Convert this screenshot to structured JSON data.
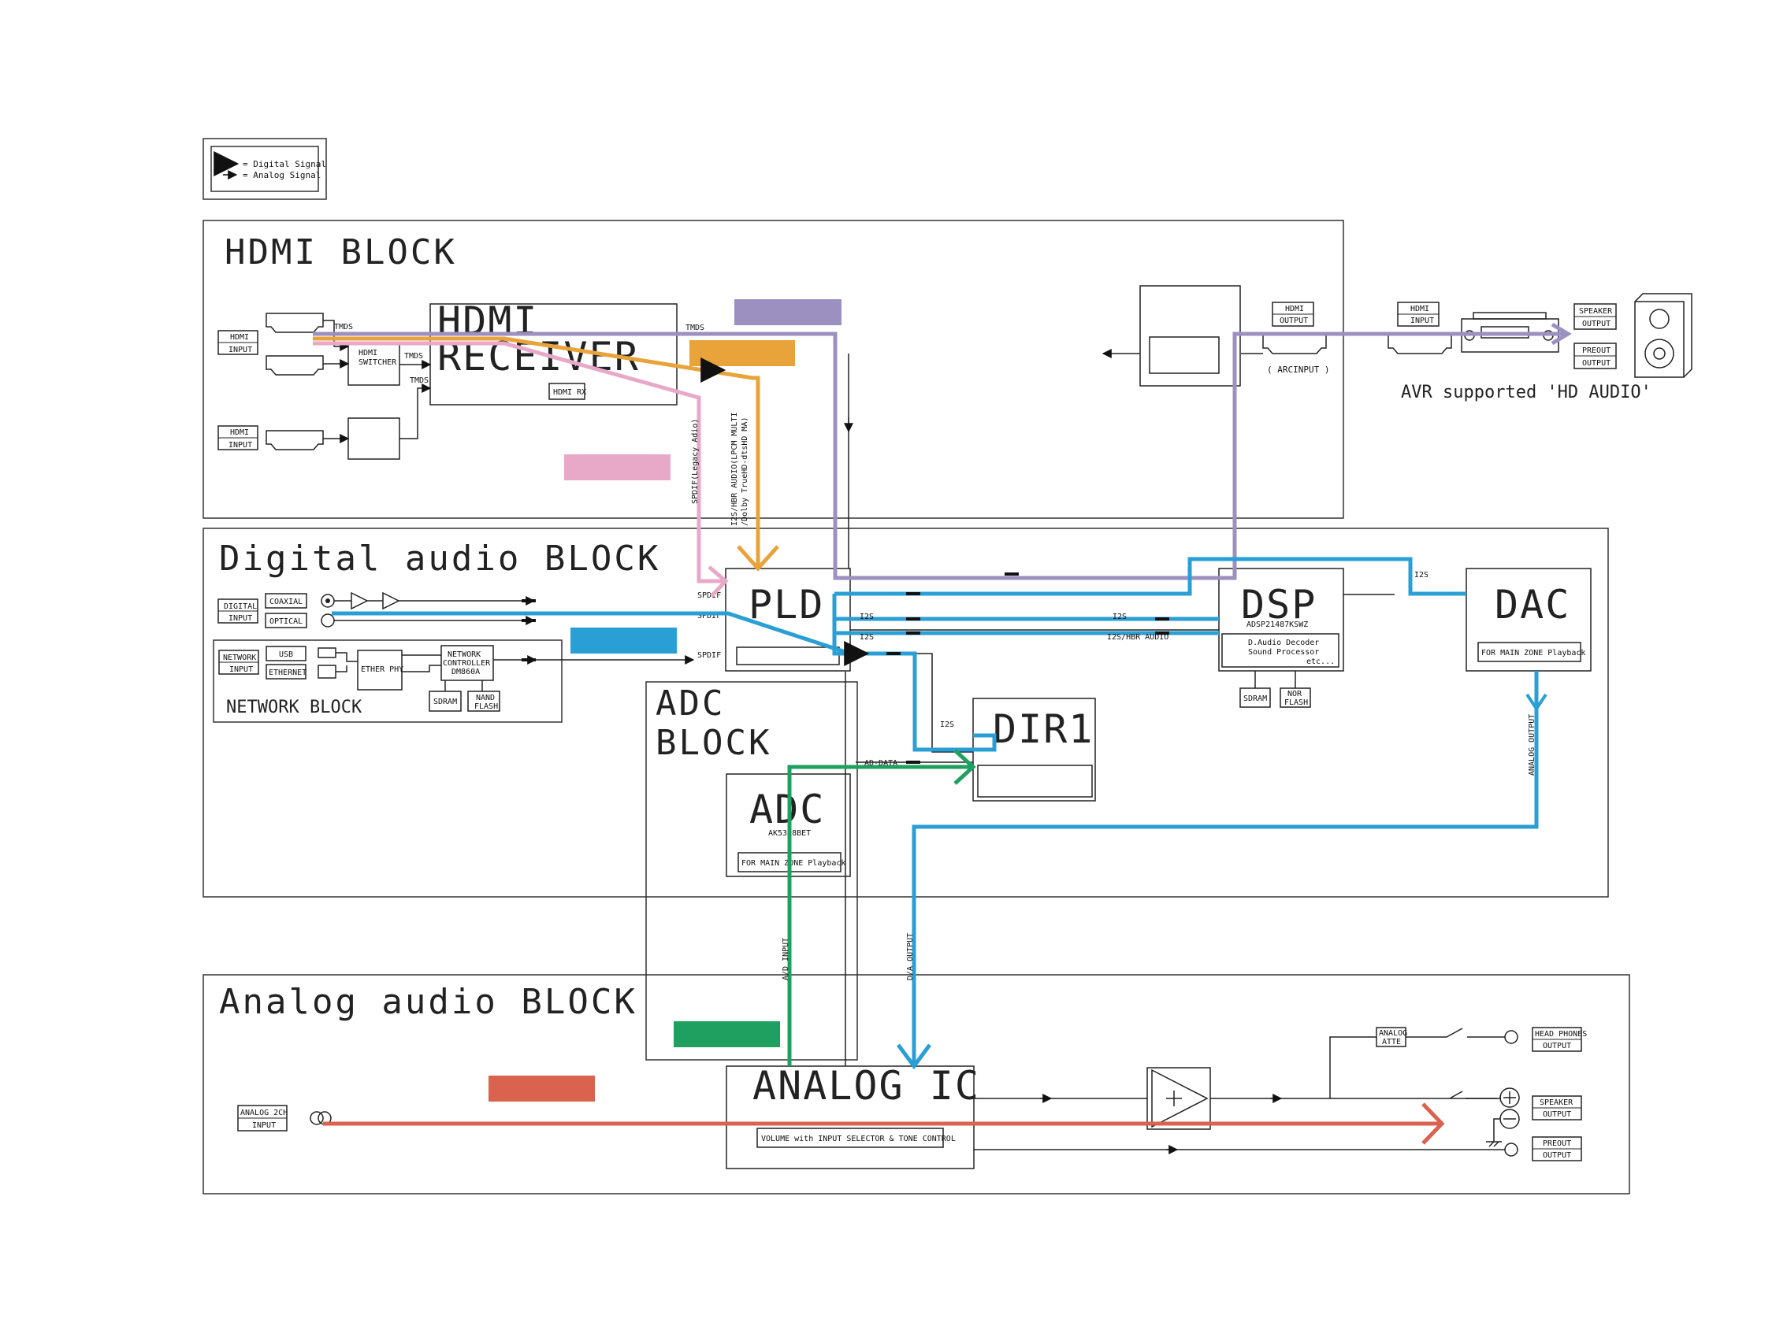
{
  "legend": {
    "digital": "= Digital Signal",
    "analog": "= Analog Signal"
  },
  "blocks": {
    "hdmi": "HDMI BLOCK",
    "digital": "Digital audio BLOCK",
    "network": "NETWORK BLOCK",
    "adc": [
      "ADC",
      "BLOCK"
    ],
    "analog": "Analog audio BLOCK"
  },
  "hdmi": {
    "input1": [
      "HDMI",
      "INPUT"
    ],
    "input2": [
      "HDMI",
      "INPUT"
    ],
    "switcher": [
      "HDMI",
      "SWITCHER"
    ],
    "receiver": [
      "HDMI",
      "RECEIVER"
    ],
    "rx": "HDMI RX",
    "tmds": "TMDS",
    "output": [
      "HDMI",
      "OUTPUT"
    ],
    "arc": "( ARCINPUT )",
    "avr_input": [
      "HDMI",
      "INPUT"
    ],
    "speaker_out": [
      "SPEAKER",
      "OUTPUT"
    ],
    "preout": [
      "PREOUT",
      "OUTPUT"
    ],
    "avr_caption": "AVR supported 'HD AUDIO'",
    "spdif_legacy": "SPDIF(Legacy Adio)",
    "i2s_hbr_1": "I2S/HBR AUDIO(LPCM MULTI",
    "i2s_hbr_2": "/Dolby TrueHD-dtsHD MA)"
  },
  "digital": {
    "digital_input": [
      "DIGITAL",
      "INPUT"
    ],
    "coaxial": "COAXIAL",
    "optical": "OPTICAL",
    "pld": "PLD",
    "spdif": "SPDIF",
    "i2s": "I2S",
    "i2s_hbr": "I2S/HBR AUDIO",
    "dsp": "DSP",
    "dsp_chip": "ADSP21487KSWZ",
    "dsp_desc": [
      "D.Audio Decoder",
      "Sound Processor",
      "etc..."
    ],
    "sdram": "SDRAM",
    "nor_flash": [
      "NOR",
      "FLASH"
    ],
    "dac": "DAC",
    "dac_desc": "FOR MAIN ZONE Playback",
    "dir": "DIR1",
    "ad_data": "AD-DATA",
    "analog_output": "ANALOG OUTPUT"
  },
  "network": {
    "network_input": [
      "NETWORK",
      "INPUT"
    ],
    "usb": "USB",
    "ethernet": "ETHERNET",
    "ether_phy": "ETHER PHY",
    "controller": [
      "NETWORK",
      "CONTROLLER",
      "DM860A"
    ],
    "sdram": "SDRAM",
    "nand": [
      "NAND",
      "FLASH"
    ]
  },
  "adc": {
    "name": "ADC",
    "chip": "AK5358BET",
    "desc": "FOR MAIN ZONE Playback",
    "ad_input": "A/D INPUT",
    "da_output": "D/A OUTPUT"
  },
  "analog": {
    "input": [
      "ANALOG 2CH",
      "INPUT"
    ],
    "ic": "ANALOG IC",
    "ic_desc": "VOLUME with INPUT SELECTOR & TONE CONTROL",
    "atte": [
      "ANALOG",
      "ATTE"
    ],
    "headphones": [
      "HEAD PHONES",
      "OUTPUT"
    ],
    "speaker": [
      "SPEAKER",
      "OUTPUT"
    ],
    "preout": [
      "PREOUT",
      "OUTPUT"
    ]
  },
  "colors": {
    "hdbitstream": "#9b90c0",
    "hbr": "#e8a33a",
    "spdif": "#e8a8c8",
    "i2s": "#2a9fd6",
    "adc": "#20a060",
    "analog": "#d9634f"
  }
}
